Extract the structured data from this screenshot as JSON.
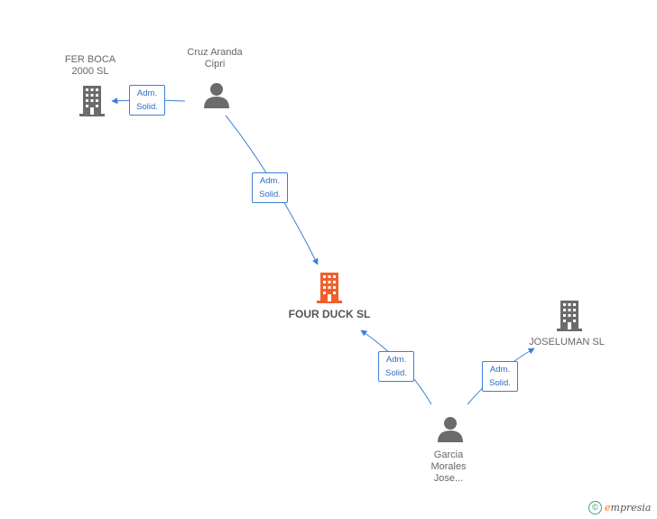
{
  "nodes": {
    "fer_boca": {
      "label": "FER BOCA\n2000  SL",
      "type": "company"
    },
    "cruz_aranda": {
      "label": "Cruz Aranda\nCipri",
      "type": "person"
    },
    "four_duck": {
      "label": "FOUR DUCK SL",
      "type": "company-main"
    },
    "joseluman": {
      "label": "JOSELUMAN  SL",
      "type": "company"
    },
    "garcia_morales": {
      "label": "Garcia\nMorales\nJose...",
      "type": "person"
    }
  },
  "edges": [
    {
      "from": "cruz_aranda",
      "to": "fer_boca",
      "role_line1": "Adm.",
      "role_line2": "Solid."
    },
    {
      "from": "cruz_aranda",
      "to": "four_duck",
      "role_line1": "Adm.",
      "role_line2": "Solid."
    },
    {
      "from": "garcia_morales",
      "to": "four_duck",
      "role_line1": "Adm.",
      "role_line2": "Solid."
    },
    {
      "from": "garcia_morales",
      "to": "joseluman",
      "role_line1": "Adm.",
      "role_line2": "Solid."
    }
  ],
  "colors": {
    "edge": "#3d7fd6",
    "company_icon": "#6b6b6b",
    "main_company_icon": "#f0602c",
    "person_icon": "#6b6b6b"
  },
  "footer": {
    "copyright_symbol": "©",
    "brand_first": "e",
    "brand_rest": "mpresia"
  }
}
